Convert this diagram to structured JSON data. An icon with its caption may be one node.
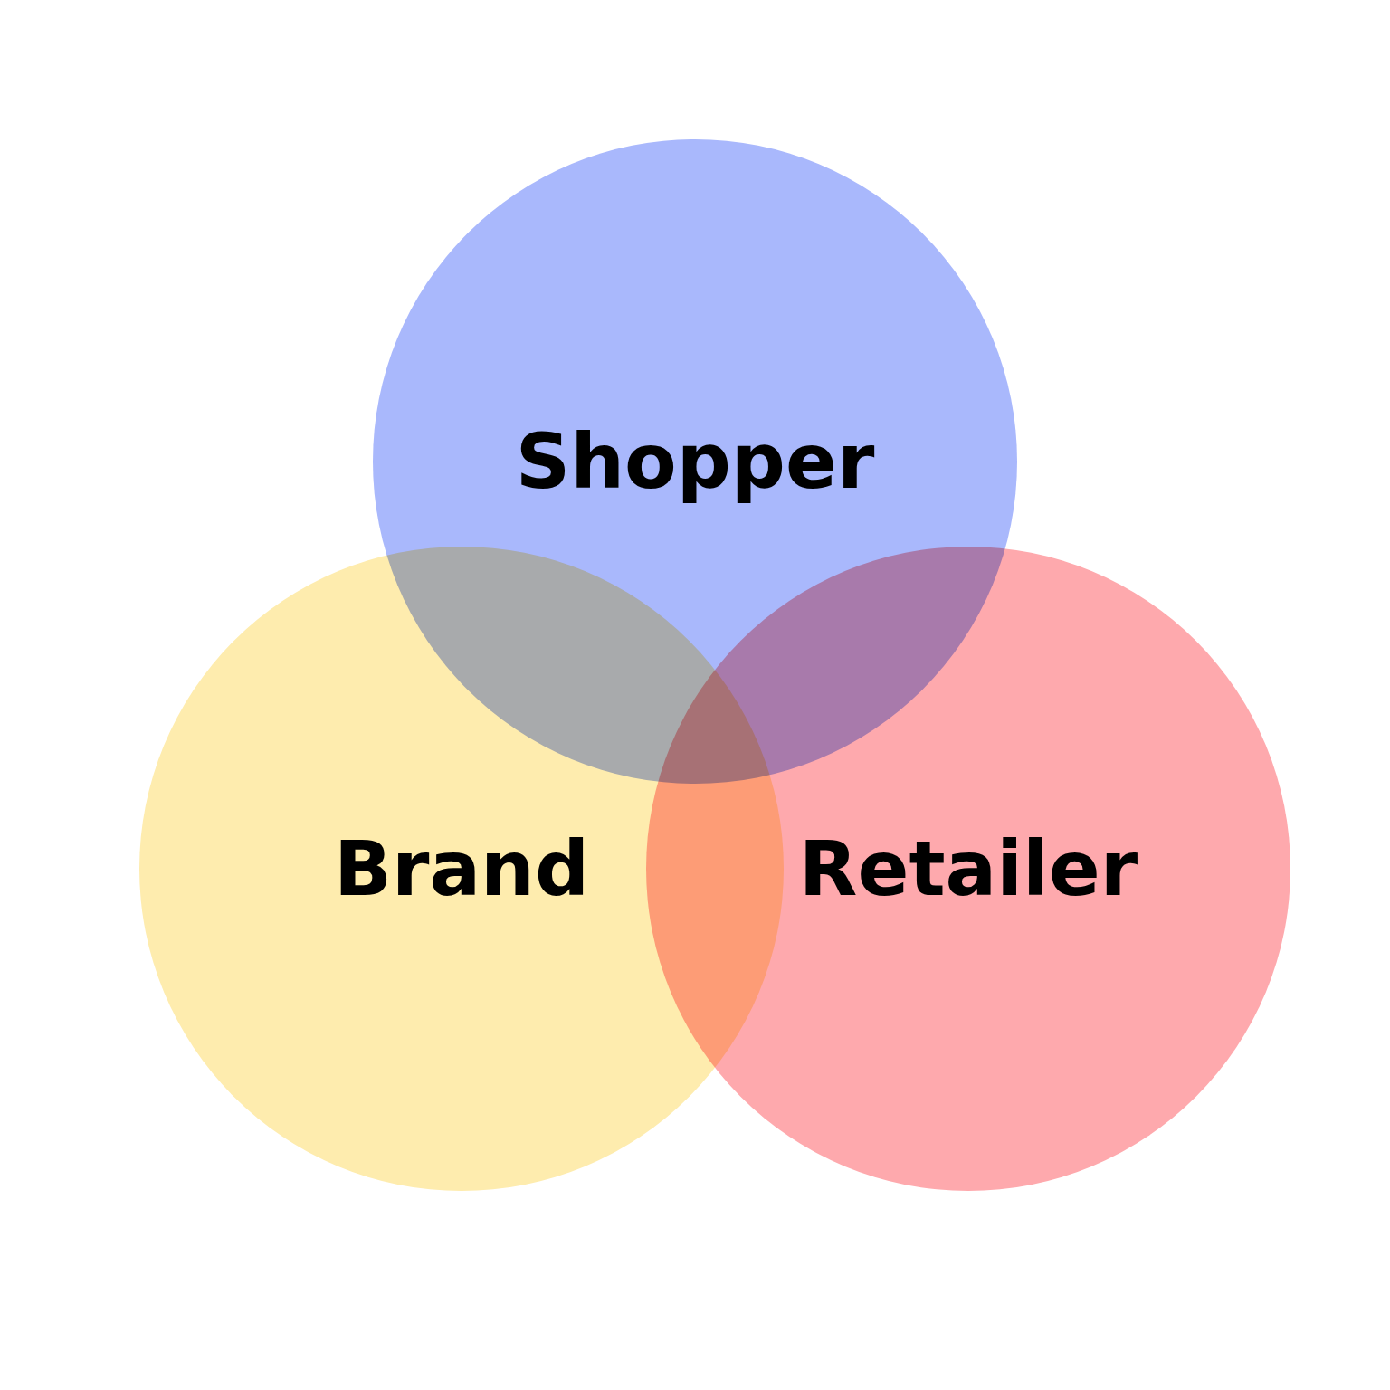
{
  "diagram": {
    "nodes": [
      {
        "text": [
          "Shopper"
        ]
      },
      {
        "text": [
          "Brand"
        ]
      },
      {
        "text": [
          "Retailer"
        ]
      }
    ],
    "edges": []
  }
}
